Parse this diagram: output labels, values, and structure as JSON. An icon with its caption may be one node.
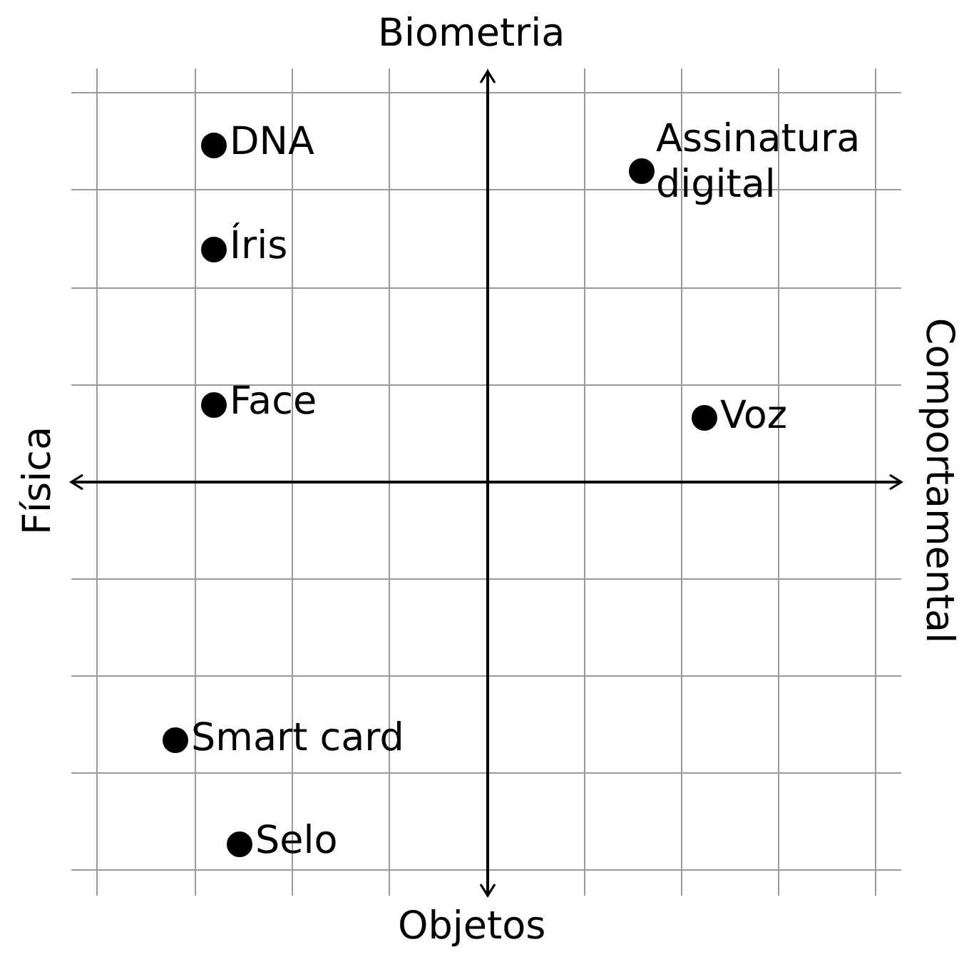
{
  "diagram": {
    "labels": [
      "Biometria",
      "DNA",
      "Assinatura digital",
      "Íris",
      "Comportamental",
      "Face",
      "Voz",
      "Física",
      "Smart card",
      "Selo",
      "Objetos"
    ]
  }
}
